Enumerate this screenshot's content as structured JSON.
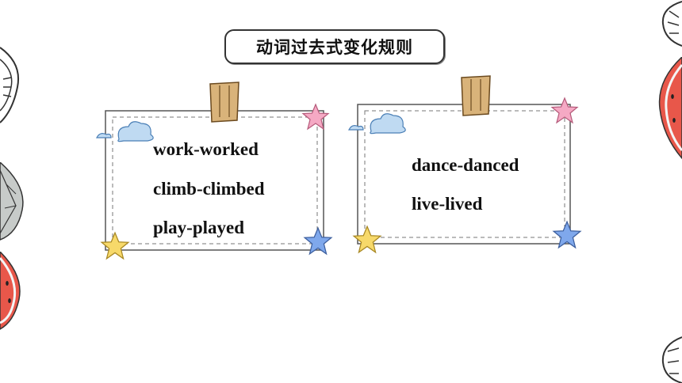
{
  "slide": {
    "title": "动词过去式变化规则"
  },
  "cards": [
    {
      "words": [
        "work-worked",
        "climb-climbed",
        "play-played"
      ]
    },
    {
      "words": [
        "dance-danced",
        "live-lived"
      ]
    }
  ],
  "colors": {
    "watermelon_red": "#e8574a",
    "leaf_gray": "#c7cbc9",
    "star_pink": "#f5a9c4",
    "star_yellow": "#f7d96a",
    "star_blue": "#7fa8ec",
    "clip_tan": "#d9b37a",
    "cloud_blue": "#bfdaf2"
  }
}
